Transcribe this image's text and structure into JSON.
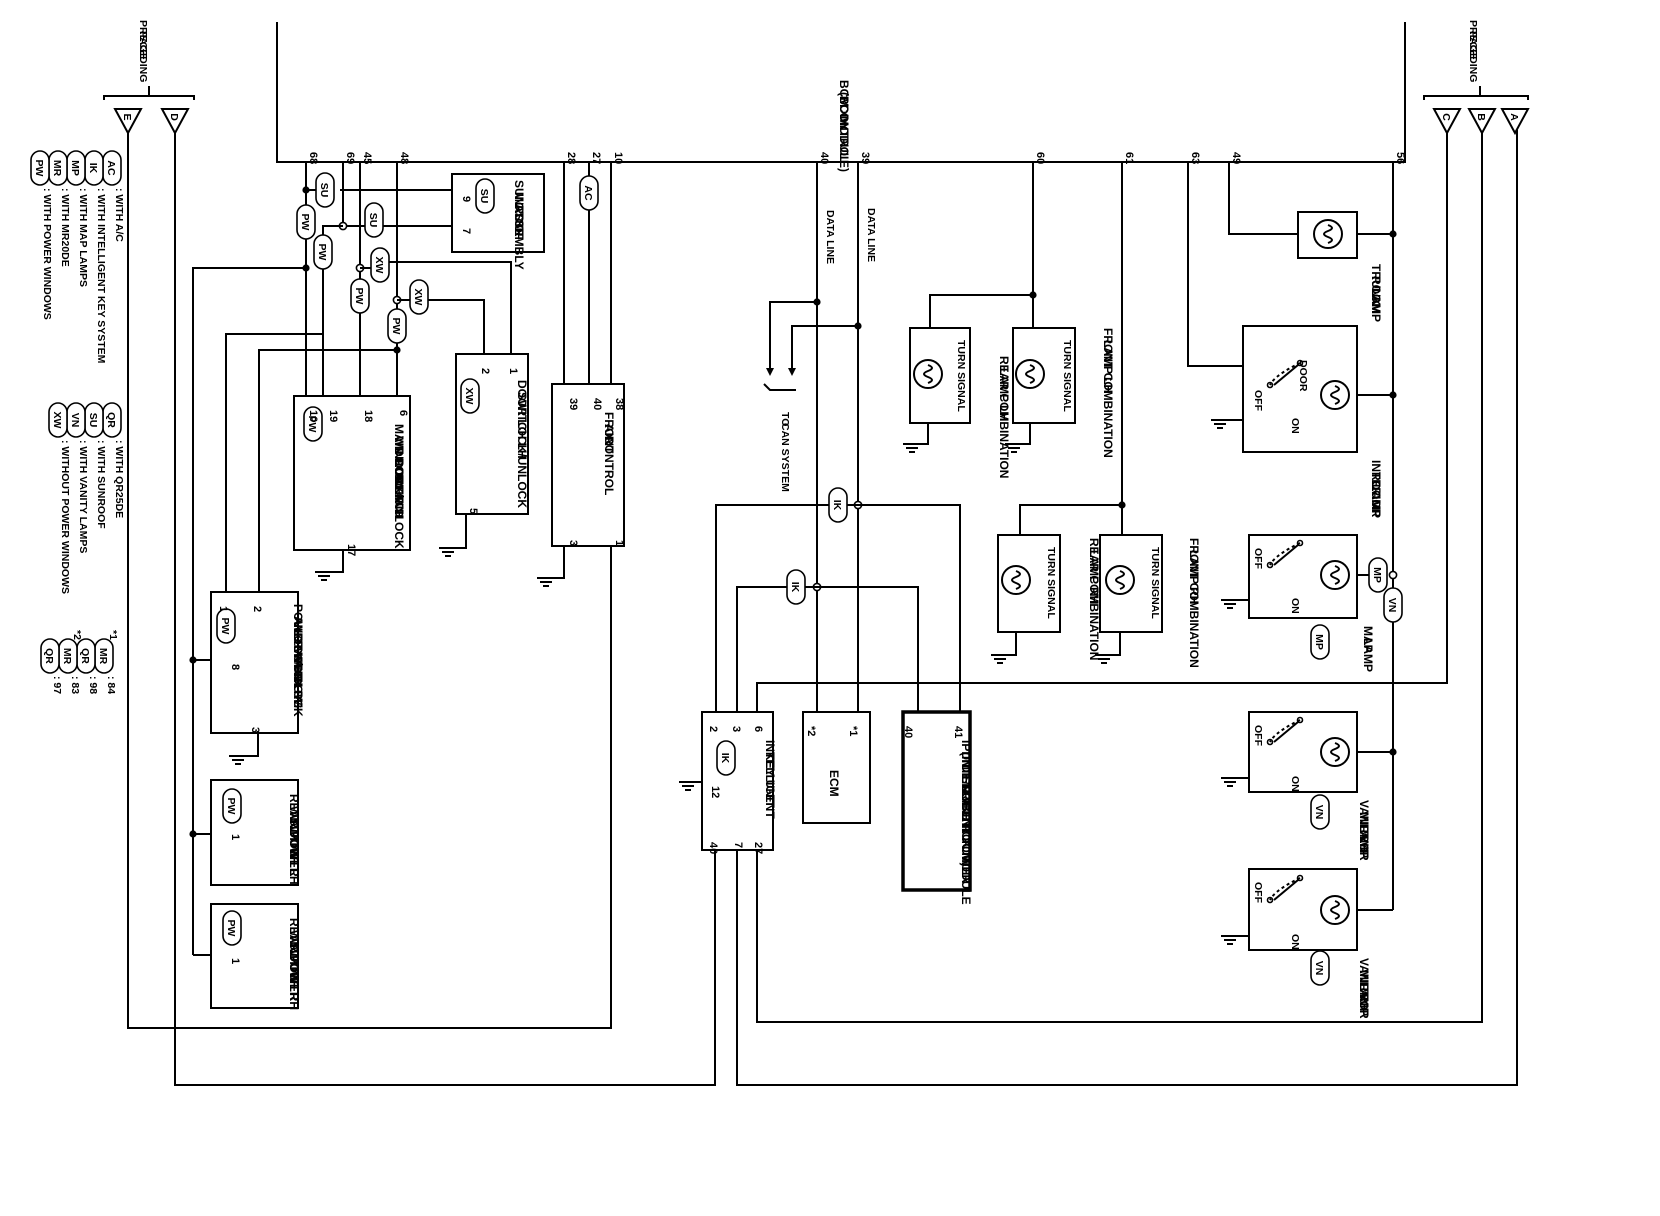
{
  "preceding_left": [
    "PRECEDING",
    "PAGE"
  ],
  "preceding_right": [
    "PRECEDING",
    "PAGE"
  ],
  "connectors": {
    "A": "A",
    "B": "B",
    "C": "C",
    "D": "D",
    "E": "E"
  },
  "bcm": {
    "label": [
      "BCM",
      "(BODY",
      "CONTROL",
      "MODULE)"
    ],
    "pins": {
      "p68": "68",
      "p69": "69",
      "p45": "45",
      "p48": "48",
      "p28": "28",
      "p27": "27",
      "p10": "10",
      "p40": "40",
      "p39": "39",
      "p60": "60",
      "p61": "61",
      "p63": "63",
      "p49": "49",
      "p56": "56"
    }
  },
  "data_line": "DATA LINE",
  "can_system": [
    "TO",
    "CAN SYSTEM"
  ],
  "sunroof": {
    "label": [
      "SUNROOF",
      "MOTOR",
      "ASSEMBLY"
    ],
    "pin9": "9",
    "pin7": "7",
    "tag": "SU"
  },
  "door_lock_lh": {
    "label": [
      "DOOR LOCK/UNLOCK",
      "SWITCH LH"
    ],
    "pin1": "1",
    "pin2": "2",
    "pin5": "5",
    "tag": "XW"
  },
  "main_pw": {
    "label": [
      "MAIN POWER",
      "WINDOW AND",
      "DOOR",
      "LOCK/UNLOCK",
      "SWITCH"
    ],
    "pin6": "6",
    "pin18": "18",
    "pin19": "19",
    "pin10": "10",
    "pin17": "17",
    "tag": "PW"
  },
  "front_air": {
    "label": [
      "FRONT",
      "AIR",
      "CONTROL"
    ],
    "pin38": "38",
    "pin40": "40",
    "pin39": "39",
    "pin1": "1",
    "pin3": "3"
  },
  "pw_rh": {
    "label": [
      "POWER WINDOW",
      "AND DOOR",
      "LOCK/UNLOCK",
      "SWITCH RH"
    ],
    "pin1": "1",
    "pin2": "2",
    "pin8": "8",
    "pin3": "3",
    "tag": "PW"
  },
  "rear_lh": {
    "label": [
      "REAR POWER",
      "WINDOW",
      "SWITCH LH"
    ],
    "pin1": "1",
    "tag": "PW"
  },
  "rear_rh": {
    "label": [
      "REAR POWER",
      "WINDOW",
      "SWITCH RH"
    ],
    "pin1": "1",
    "tag": "PW"
  },
  "iku": {
    "label": [
      "INTELLIGENT",
      "KEY UNIT"
    ],
    "pin2": "2",
    "pin3": "3",
    "pin6": "6",
    "pin12": "12",
    "pin27": "27",
    "pin7": "7",
    "pin40": "40",
    "tag": "IK"
  },
  "ecm": {
    "label": "ECM",
    "p1": "*1",
    "p2": "*2"
  },
  "ipdm": {
    "label": [
      "IPDM E/R",
      "(INTELLIGENT POWER",
      "DISTRIBUTION MODULE",
      "ENGINE ROOM)"
    ],
    "pin40": "40",
    "pin41": "41"
  },
  "fcl_lh": {
    "label": [
      "FRONT COMBINATION",
      "LAMP LH"
    ],
    "turn": "TURN SIGNAL"
  },
  "rcl_lh": {
    "label": [
      "REAR COMBINATION",
      "LAMP LH"
    ],
    "turn": "TURN SIGNAL"
  },
  "fcl_rh": {
    "label": [
      "FRONT COMBINATION",
      "LAMP RH"
    ],
    "turn": "TURN SIGNAL"
  },
  "rcl_rh": {
    "label": [
      "REAR COMBINATION",
      "LAMP RH"
    ],
    "turn": "TURN SIGNAL"
  },
  "trunk": {
    "label": [
      "TRUNK",
      "ROOM",
      "LAMP"
    ]
  },
  "interior": {
    "label": [
      "INTERIOR",
      "ROOM",
      "LAMP"
    ],
    "door": "DOOR",
    "off": "OFF",
    "on": "ON"
  },
  "map_lamp": {
    "label": [
      "MAP",
      "LAMP"
    ],
    "off": "OFF",
    "on": "ON",
    "tag": "MP"
  },
  "vanity_lh": {
    "label": [
      "VANITY",
      "MIRROR",
      "LAMP",
      "LH"
    ],
    "off": "OFF",
    "on": "ON",
    "tag": "VN"
  },
  "vanity_rh": {
    "label": [
      "VANITY",
      "MIRROR",
      "LAMP",
      "RH"
    ],
    "off": "OFF",
    "on": "ON",
    "tag": "VN"
  },
  "wire_tags": {
    "su": "SU",
    "pw": "PW",
    "xw": "XW",
    "ac": "AC",
    "ik": "IK",
    "mp": "MP",
    "vn": "VN"
  },
  "legend_left": [
    {
      "code": "AC",
      "text": ": WITH A/C"
    },
    {
      "code": "IK",
      "text": ": WITH INTELLIGENT KEY SYSTEM"
    },
    {
      "code": "MP",
      "text": ": WITH MAP LAMPS"
    },
    {
      "code": "MR",
      "text": ": WITH MR20DE"
    },
    {
      "code": "PW",
      "text": ": WITH POWER WINDOWS"
    }
  ],
  "legend_mid": [
    {
      "code": "QR",
      "text": ": WITH QR25DE"
    },
    {
      "code": "SU",
      "text": ": WITH SUNROOF"
    },
    {
      "code": "VN",
      "text": ": WITH VANITY LAMPS"
    },
    {
      "code": "XW",
      "text": ": WITHOUT POWER WINDOWS"
    }
  ],
  "legend_star": [
    {
      "star": "*1",
      "code": "MR",
      "text": ": 84"
    },
    {
      "star": "",
      "code": "QR",
      "text": ": 98"
    },
    {
      "star": "*2",
      "code": "MR",
      "text": ": 83"
    },
    {
      "star": "",
      "code": "QR",
      "text": ": 97"
    }
  ]
}
